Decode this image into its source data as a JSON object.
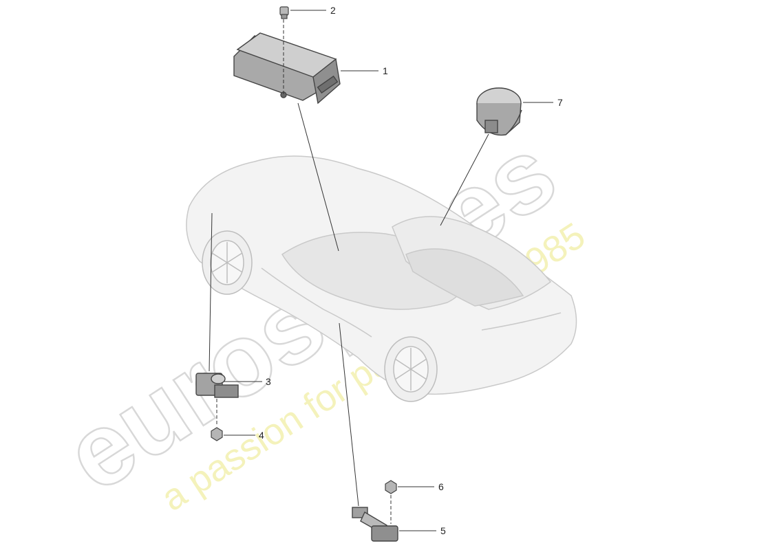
{
  "watermark": {
    "brand": "eurospares",
    "tagline": "a passion for parts since 1985"
  },
  "callouts": [
    {
      "id": "1",
      "label": "1"
    },
    {
      "id": "2",
      "label": "2"
    },
    {
      "id": "3",
      "label": "3"
    },
    {
      "id": "4",
      "label": "4"
    },
    {
      "id": "5",
      "label": "5"
    },
    {
      "id": "6",
      "label": "6"
    },
    {
      "id": "7",
      "label": "7"
    }
  ]
}
